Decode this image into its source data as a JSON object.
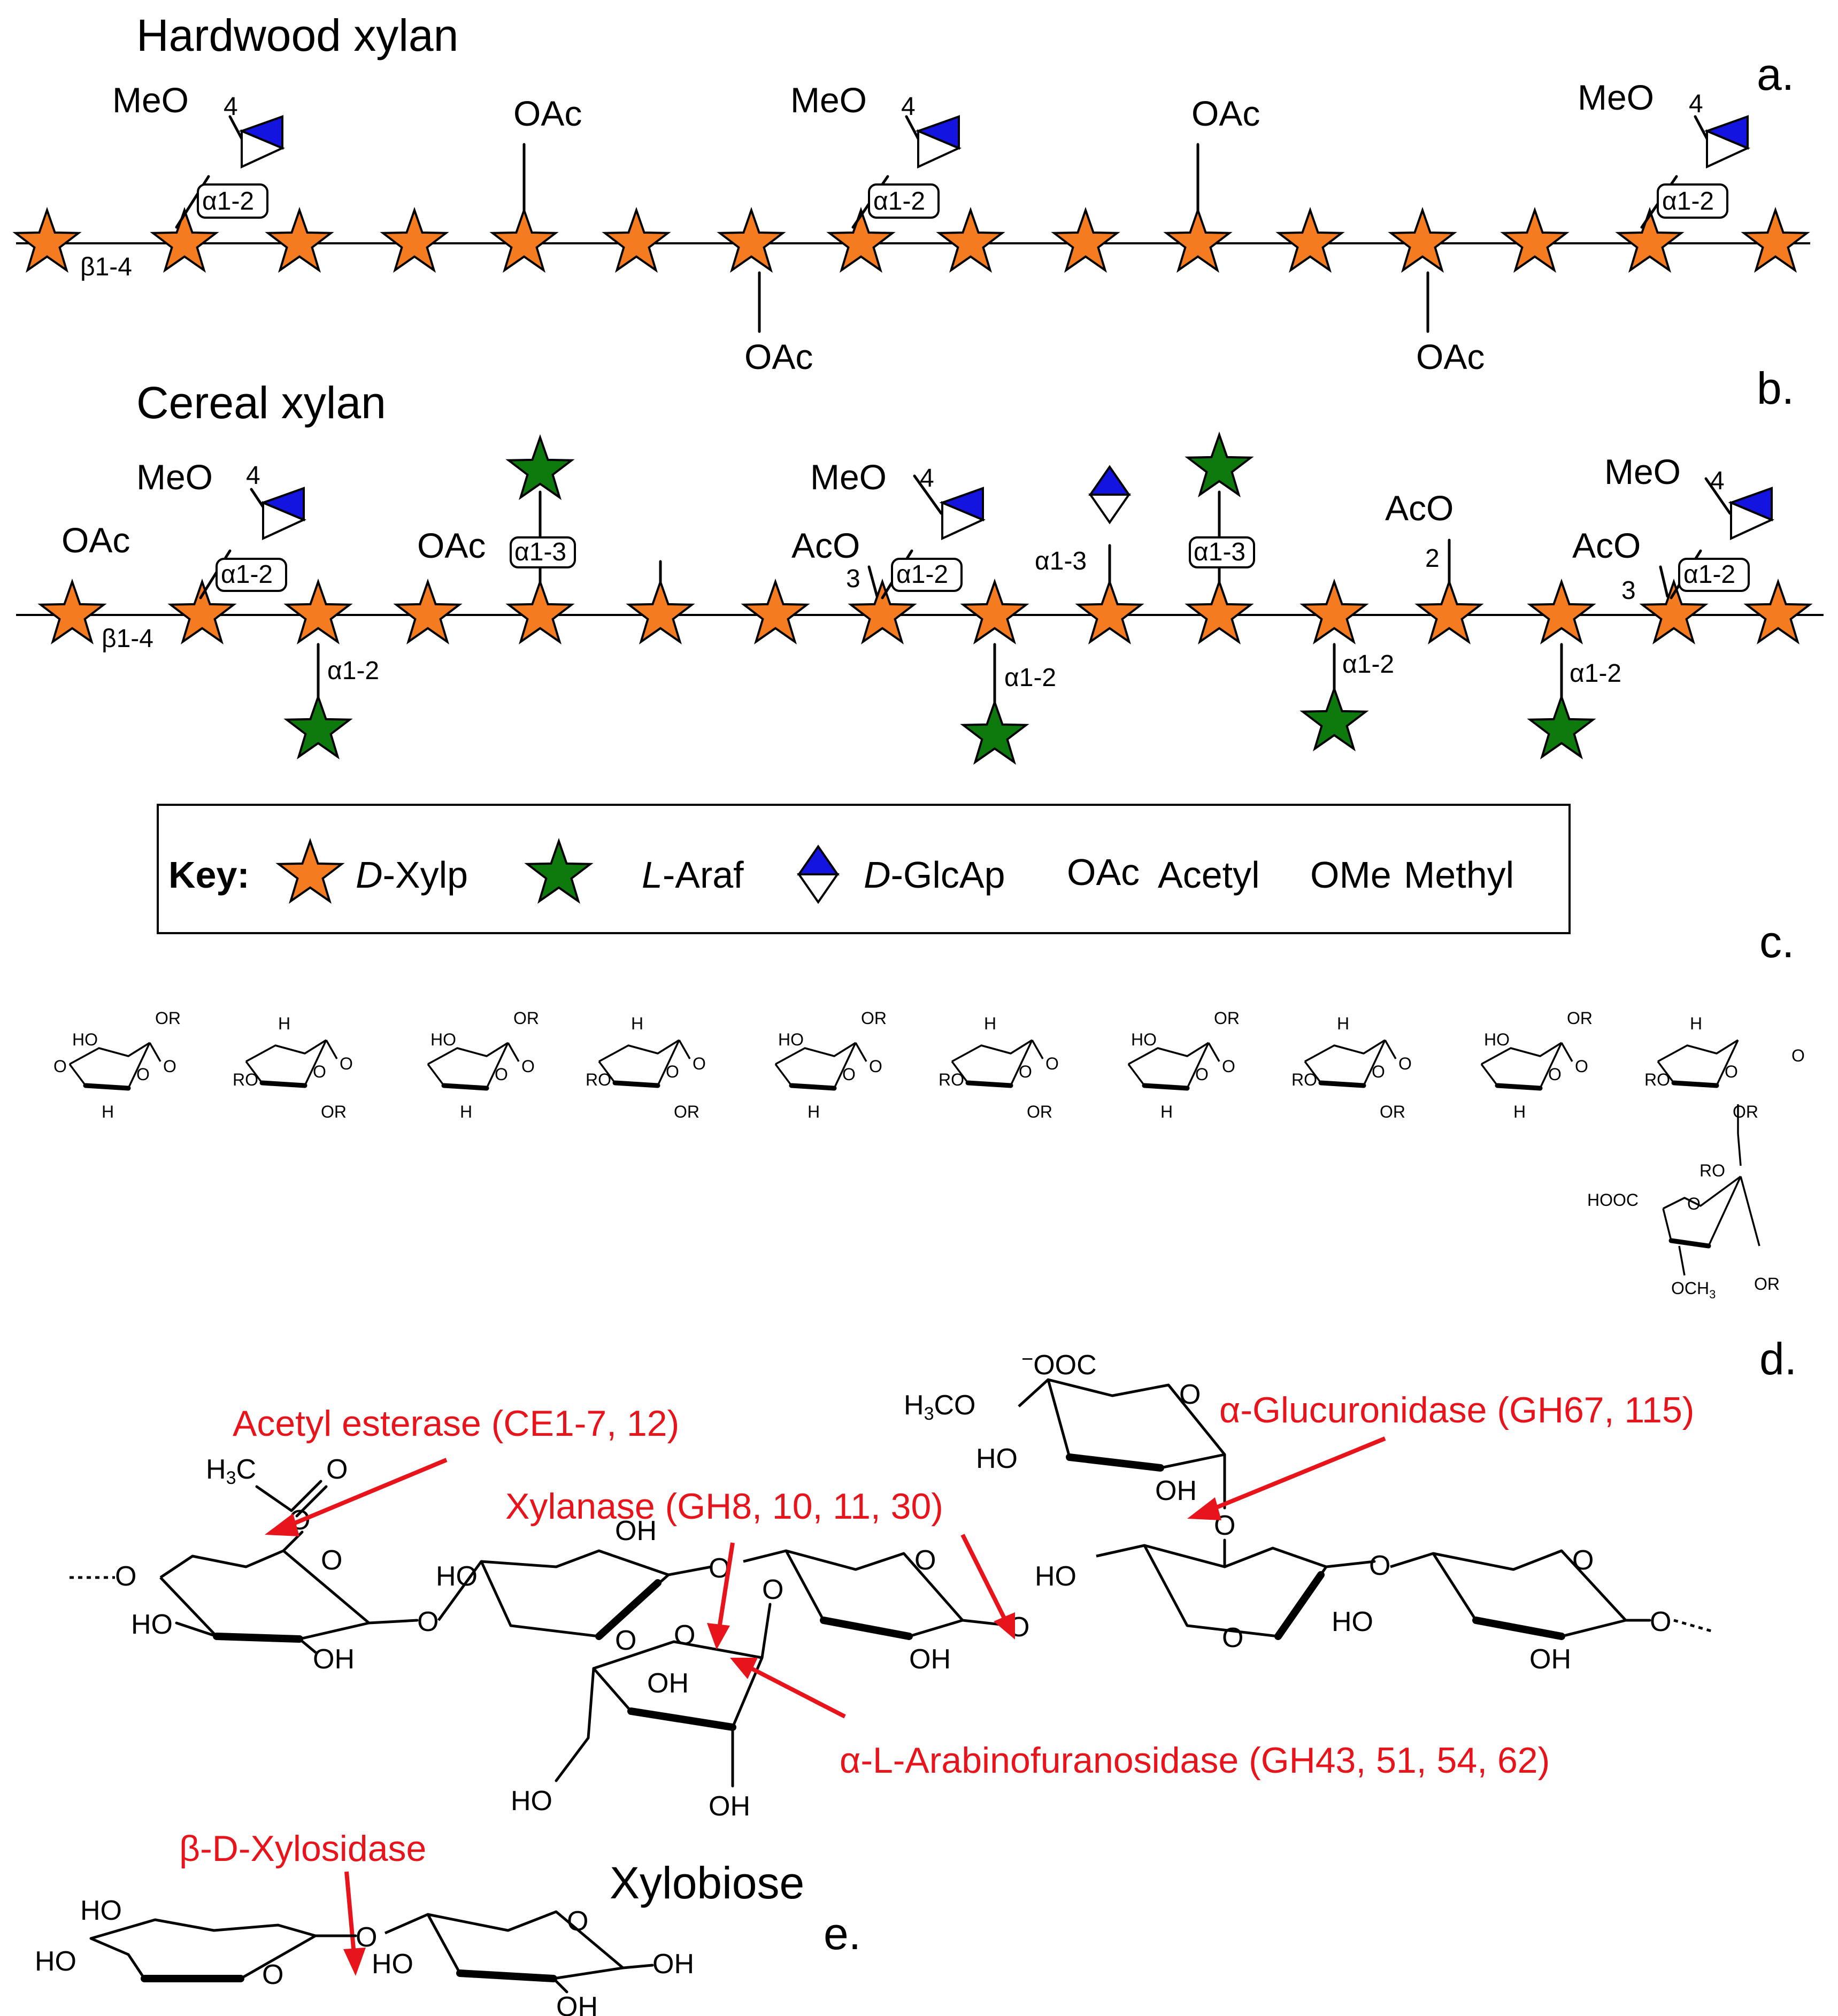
{
  "panels": {
    "a": {
      "label": "a.",
      "title": "Hardwood xylan",
      "linkage": "β1-4",
      "acetyl": "OAc",
      "methoxy": "MeO",
      "position4": "4",
      "glca_link": "α1-2"
    },
    "b": {
      "label": "b.",
      "title": "Cereal xylan",
      "linkage": "β1-4",
      "acetyl": "OAc",
      "acetyl_rev": "AcO",
      "methoxy": "MeO",
      "position4": "4",
      "position3": "3",
      "position2": "2",
      "glca_link": "α1-2",
      "araf_link3": "α1-3",
      "araf_link2": "α1-2"
    },
    "c": {
      "label": "c."
    },
    "d": {
      "label": "d."
    },
    "e": {
      "label": "e.",
      "xylobiose": "Xylobiose"
    }
  },
  "key": {
    "title": "Key:",
    "items": [
      {
        "symbol": "orange-star",
        "prefix": "D",
        "name": "-Xylp"
      },
      {
        "symbol": "green-star",
        "prefix": "L",
        "name": "-Araf"
      },
      {
        "symbol": "blue-white-diamond",
        "prefix": "D",
        "name": "-GlcAp"
      },
      {
        "symbol_text": "OAc",
        "name": "Acetyl"
      },
      {
        "symbol_text": "OMe",
        "name": "Methyl"
      }
    ]
  },
  "chem_labels": {
    "OR": "OR",
    "HO": "HO",
    "H": "H",
    "O": "O",
    "RO": "RO",
    "HOOC": "HOOC",
    "OCH3": "OCH",
    "three": "3",
    "OH": "OH",
    "H3C": "H",
    "C": "C",
    "OOC": "OOC",
    "charge": "−"
  },
  "enzymes": [
    {
      "name": "Acetyl esterase (CE1-7, 12)"
    },
    {
      "name": "α-Glucuronidase (GH67, 115)"
    },
    {
      "name": "Xylanase (GH8, 10, 11, 30)"
    },
    {
      "name": "α-L-Arabinofuranosidase (GH43, 51, 54, 62)"
    },
    {
      "name": "β-D-Xylosidase"
    }
  ],
  "colors": {
    "xylose": "#f47b20",
    "arabinose": "#0e7a0d",
    "glcA_top": "#1414e0",
    "enzyme_red": "#e8141b"
  }
}
